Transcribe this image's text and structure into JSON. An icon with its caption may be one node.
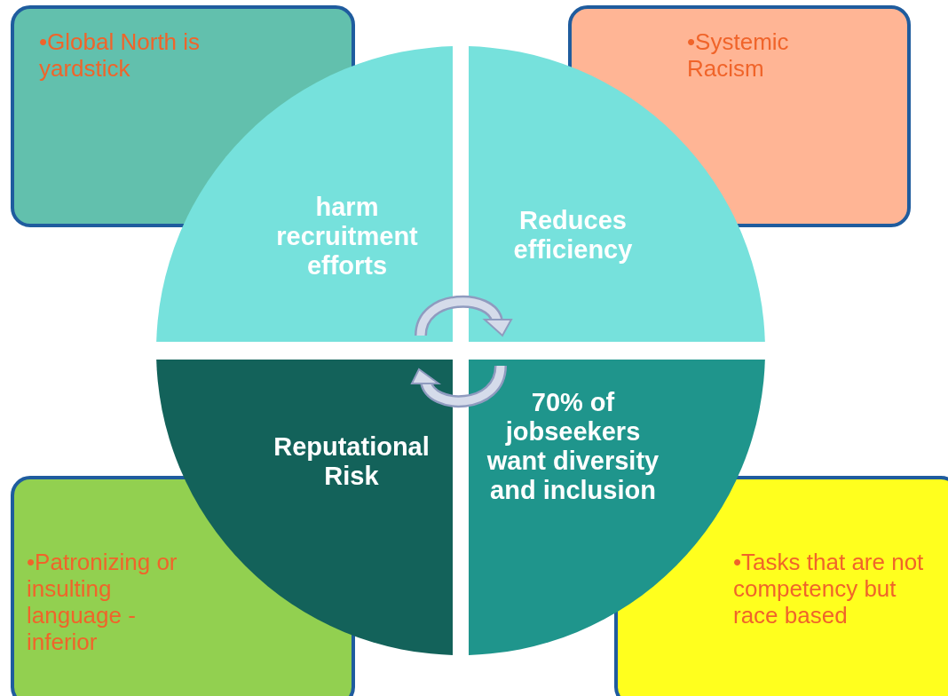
{
  "diagram": {
    "nodes": [
      {
        "text": [
          "•Global North is yardstick"
        ]
      },
      {
        "text": [
          "•Systemic Racism"
        ]
      },
      {
        "text": [
          "harm recruitment efforts"
        ]
      },
      {
        "text": [
          "Reduces efficiency"
        ]
      },
      {
        "text": [
          "Reputational Risk"
        ]
      },
      {
        "text": [
          "70% of jobseekers want diversity and inclusion"
        ]
      },
      {
        "text": [
          "•Patronizing or insulting language - inferior"
        ]
      },
      {
        "text": [
          "•Tasks that are not competency but race based"
        ]
      }
    ]
  }
}
